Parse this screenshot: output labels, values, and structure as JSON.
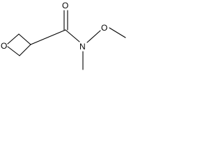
{
  "molecule": {
    "atoms": {
      "ring_oxygen": "O",
      "carbonyl_oxygen": "O",
      "amide_nitrogen": "N",
      "methoxy_oxygen": "O"
    },
    "colors": {
      "bond": "#000000",
      "label": "#000000",
      "background": "#ffffff"
    }
  }
}
